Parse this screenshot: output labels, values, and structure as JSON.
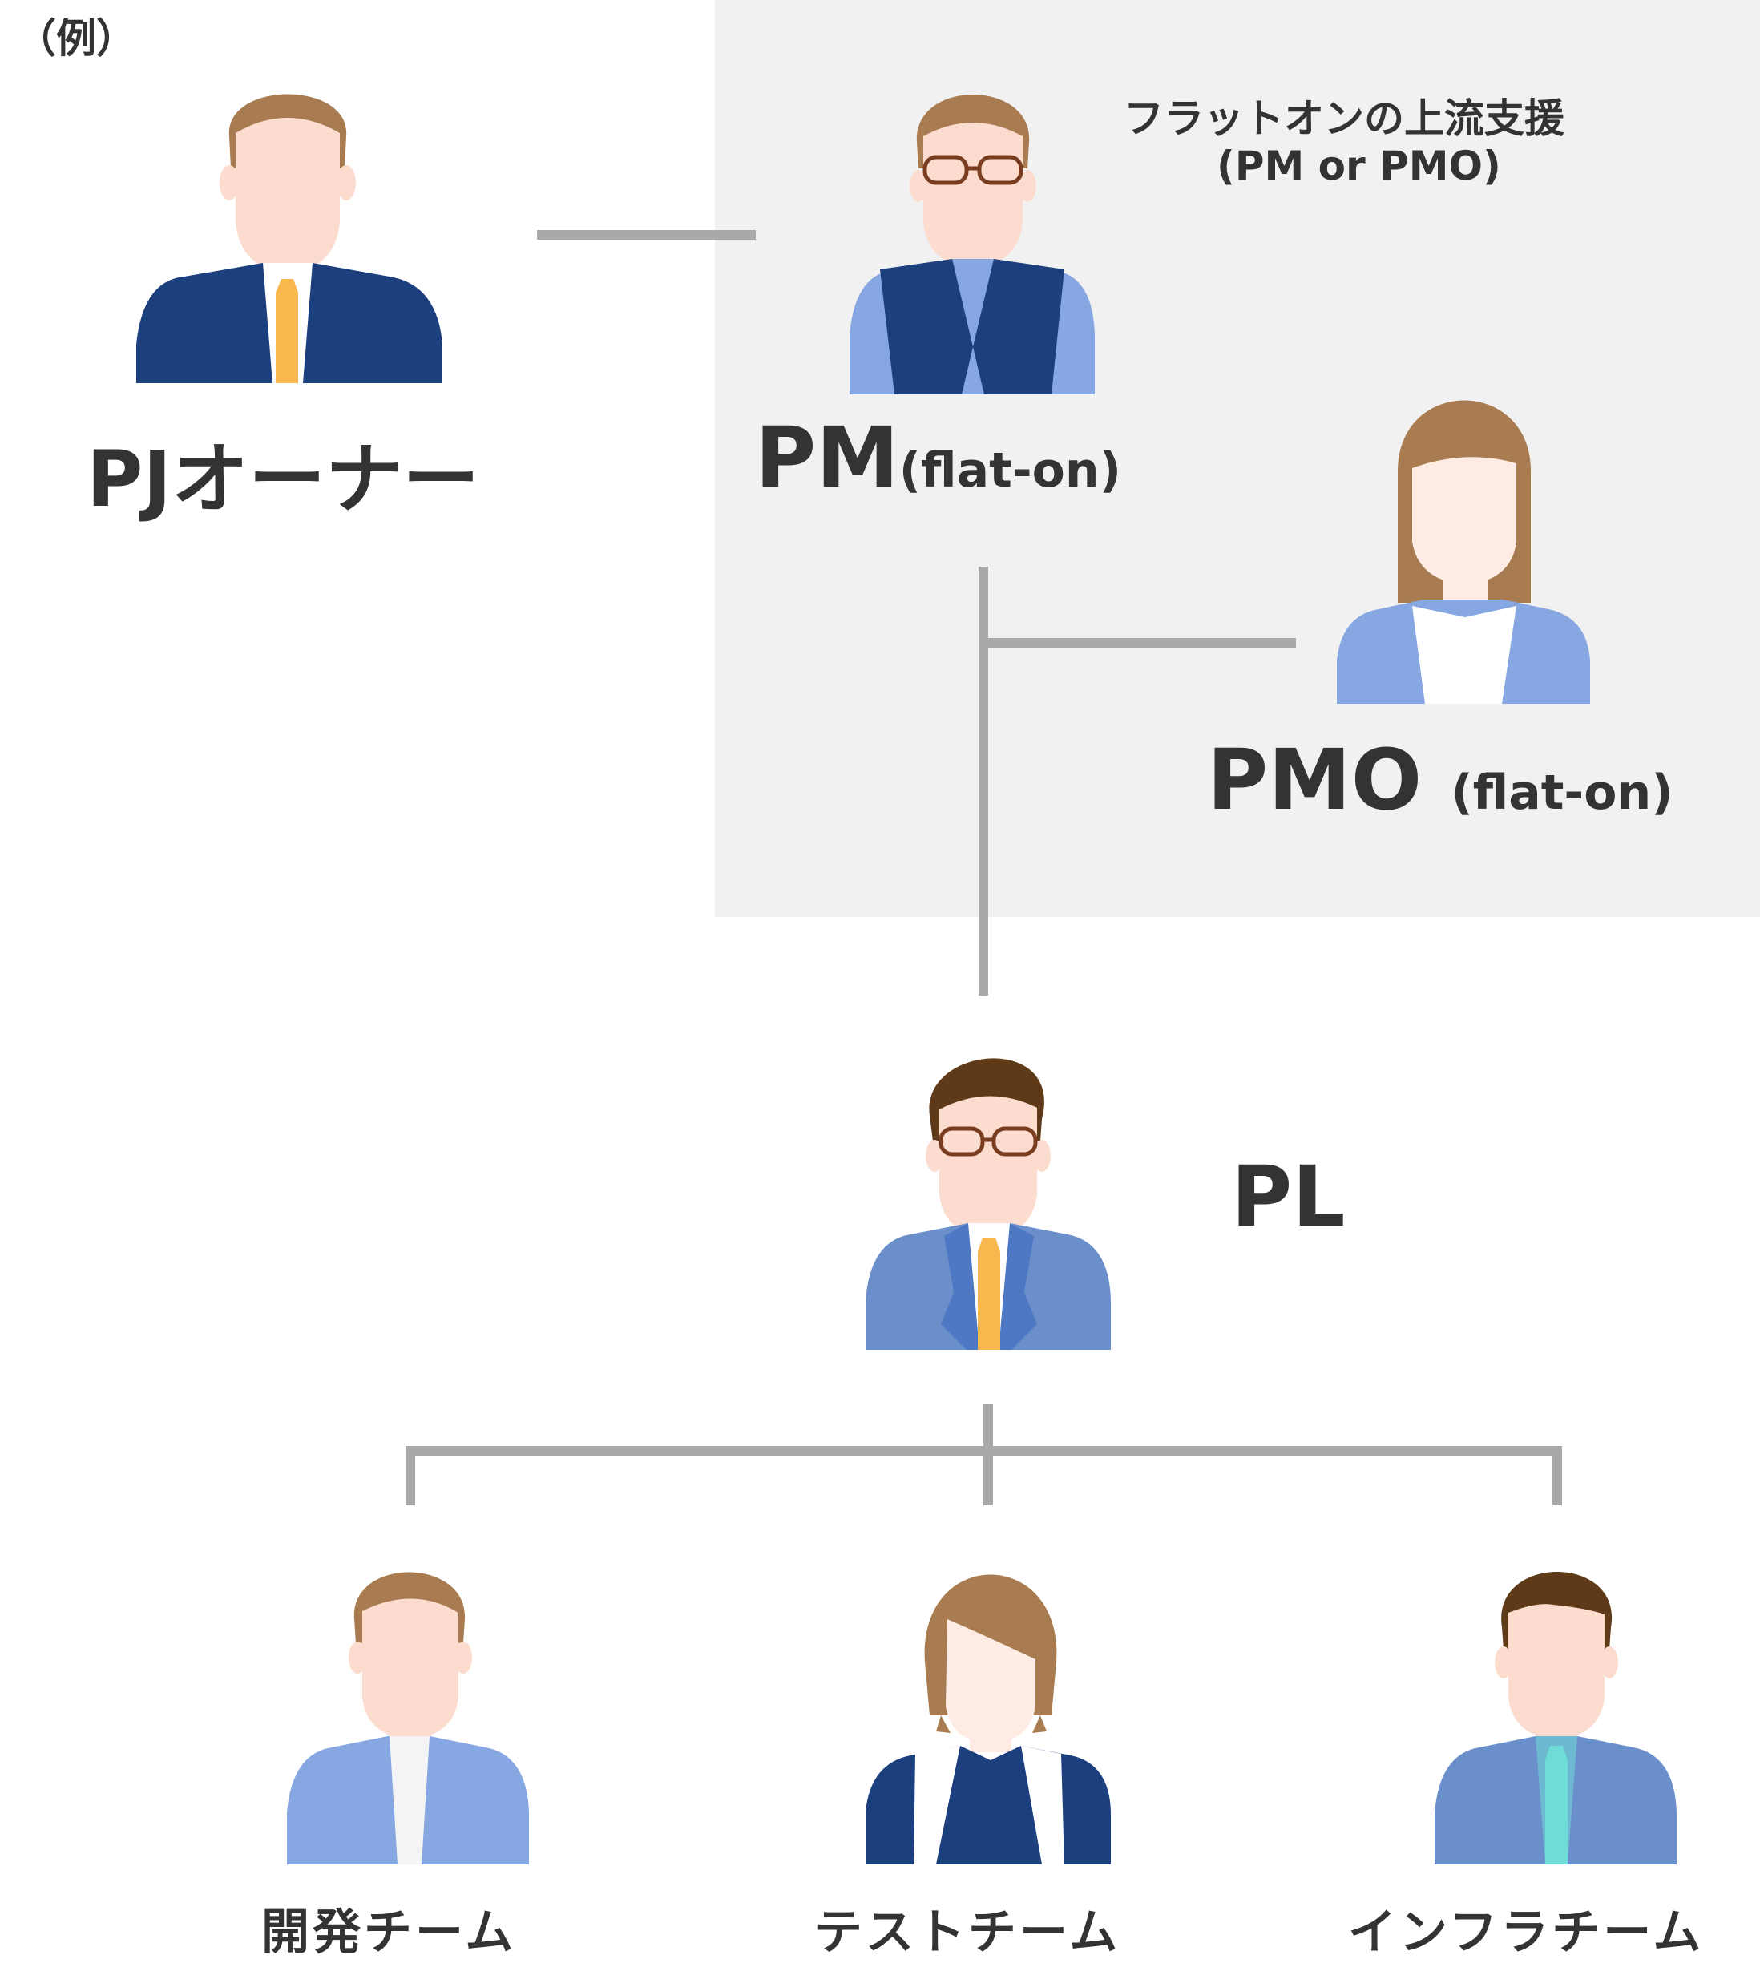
{
  "example_tag": "（例）",
  "support_caption": {
    "line1": "フラットオンの上流支援",
    "line2": "(PM or PMO)"
  },
  "nodes": {
    "pj_owner": {
      "label": "PJオーナー"
    },
    "pm": {
      "label": "PM",
      "sub": "(flat-on)"
    },
    "pmo": {
      "label": "PMO",
      "sub": "(flat-on)"
    },
    "pl": {
      "label": "PL"
    },
    "dev_team": {
      "label": "開発チーム"
    },
    "test_team": {
      "label": "テストチーム"
    },
    "infra_team": {
      "label": "インフラチーム"
    }
  },
  "colors": {
    "shade": "#f1f1f1",
    "connector": "#a8a9ab",
    "text": "#333333",
    "hair_light": "#a87c50",
    "hair_dark": "#5e3a18",
    "skin": "#fcdccf",
    "skin_light": "#fdebe4",
    "navy": "#1c3f7e",
    "blue_light": "#86a7e2",
    "blue_mid": "#6b8fcb",
    "blue_accent": "#4f78c4",
    "tie_orange": "#f8b84e",
    "tie_cyan": "#6fdcd7",
    "shirt": "#f4f4f4",
    "white": "#ffffff",
    "glasses": "#7a3d1f"
  }
}
